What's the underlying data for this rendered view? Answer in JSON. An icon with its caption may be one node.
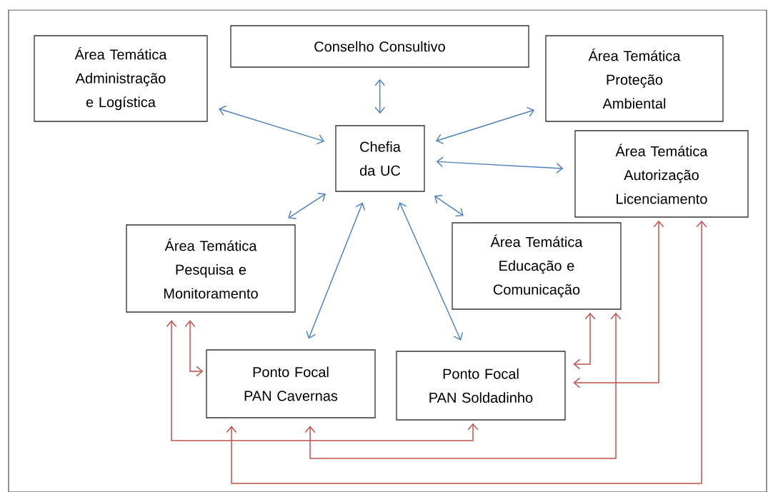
{
  "diagram": {
    "nodes": [
      {
        "text": [
          "Área Temática Administração e Logística"
        ]
      },
      {
        "text": [
          "Conselho Consultivo"
        ]
      },
      {
        "text": [
          "Área Temática Proteção Ambiental"
        ]
      },
      {
        "text": [
          "Chefia da UC"
        ]
      },
      {
        "text": [
          "Área Temática Autorização Licenciamento"
        ]
      },
      {
        "text": [
          "Área Temática Pesquisa e Monitoramento"
        ]
      },
      {
        "text": [
          "Área Temática Educação e Comunicação"
        ]
      },
      {
        "text": [
          "Ponto Focal PAN Cavernas"
        ]
      },
      {
        "text": [
          "Ponto Focal PAN Soldadinho"
        ]
      }
    ],
    "edges": [
      {
        "from": 3,
        "to": 0,
        "arrow": "both"
      },
      {
        "from": 3,
        "to": 1,
        "arrow": "both"
      },
      {
        "from": 3,
        "to": 2,
        "arrow": "both"
      },
      {
        "from": 3,
        "to": 4,
        "arrow": "both"
      },
      {
        "from": 3,
        "to": 5,
        "arrow": "both"
      },
      {
        "from": 3,
        "to": 6,
        "arrow": "both"
      },
      {
        "from": 3,
        "to": 7,
        "arrow": "both"
      },
      {
        "from": 3,
        "to": 8,
        "arrow": "both"
      },
      {
        "from": 5,
        "to": 7,
        "arrow": "both",
        "color": "#c0504d"
      },
      {
        "from": 5,
        "to": 8,
        "arrow": "both",
        "color": "#c0504d"
      },
      {
        "from": 7,
        "to": 6,
        "arrow": "both",
        "color": "#c0504d"
      },
      {
        "from": 7,
        "to": 4,
        "arrow": "both",
        "color": "#c0504d"
      },
      {
        "from": 8,
        "to": 6,
        "arrow": "both",
        "color": "#c0504d"
      },
      {
        "from": 8,
        "to": 4,
        "arrow": "both",
        "color": "#c0504d"
      }
    ]
  }
}
